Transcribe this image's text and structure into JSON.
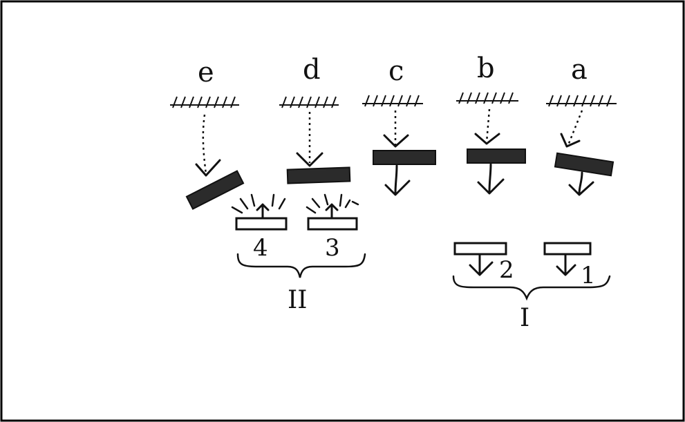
{
  "columns": [
    {
      "id": "e",
      "label": "e"
    },
    {
      "id": "d",
      "label": "d"
    },
    {
      "id": "c",
      "label": "c"
    },
    {
      "id": "b",
      "label": "b"
    },
    {
      "id": "a",
      "label": "a"
    }
  ],
  "plates": [
    {
      "id": "4",
      "label": "4"
    },
    {
      "id": "3",
      "label": "3"
    },
    {
      "id": "2",
      "label": "2"
    },
    {
      "id": "1",
      "label": "1"
    }
  ],
  "groups": [
    {
      "id": "II",
      "label": "II"
    },
    {
      "id": "I",
      "label": "I"
    }
  ]
}
